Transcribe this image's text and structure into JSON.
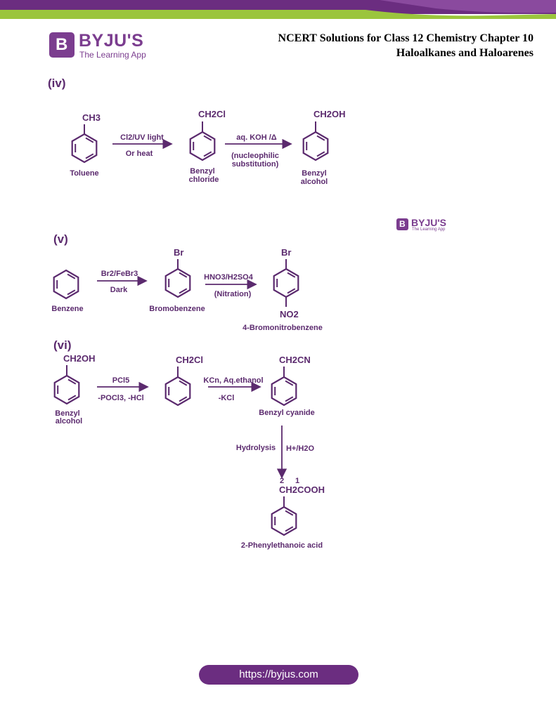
{
  "header": {
    "logo_mark": "B",
    "logo_name": "BYJU'S",
    "logo_tagline": "The Learning App",
    "title_line1": "NCERT Solutions for Class 12 Chemistry Chapter 10",
    "title_line2": "Haloalkanes and Haloarenes"
  },
  "watermark": {
    "name": "BYJU'S",
    "tagline": "The Learning App"
  },
  "colors": {
    "brand": "#7b3d8f",
    "ink": "#5b2a6e",
    "band_green": "#9bc53d",
    "band_purple": "#6b2d80"
  },
  "sections": [
    {
      "label": "(iv)",
      "compounds": [
        {
          "group": "CH3",
          "name_lines": [
            "Toluene"
          ]
        },
        {
          "group": "CH2Cl",
          "name_lines": [
            "Benzyl",
            "chloride"
          ]
        },
        {
          "group": "CH2OH",
          "name_lines": [
            "Benzyl",
            "alcohol"
          ]
        }
      ],
      "arrows": [
        {
          "above": "Cl2/UV light",
          "below": [
            "Or heat"
          ]
        },
        {
          "above": "aq. KOH /Δ",
          "below": [
            "(nucleophilic",
            "substitution)"
          ]
        }
      ]
    },
    {
      "label": "(v)",
      "compounds": [
        {
          "group": "",
          "name_lines": [
            "Benzene"
          ]
        },
        {
          "group": "Br",
          "name_lines": [
            "Bromobenzene"
          ]
        },
        {
          "group": "Br",
          "para_group": "NO2",
          "name_lines": [
            "4-Bromonitrobenzene"
          ]
        }
      ],
      "arrows": [
        {
          "above": "Br2/FeBr3",
          "below": [
            "Dark"
          ]
        },
        {
          "above": "HNO3/H2SO4",
          "below": [
            "(Nitration)"
          ]
        }
      ]
    },
    {
      "label": "(vi)",
      "compounds": [
        {
          "group": "CH2OH",
          "name_lines": [
            "Benzyl",
            "alcohol"
          ]
        },
        {
          "group": "CH2Cl",
          "name_lines": []
        },
        {
          "group": "CH2CN",
          "name_lines": [
            "Benzyl cyanide"
          ]
        },
        {
          "group": "CH2COOH",
          "numbering": [
            "2",
            "1"
          ],
          "name_lines": [
            "2-Phenylethanoic acid"
          ]
        }
      ],
      "arrows": [
        {
          "above": "PCl5",
          "below": [
            "-POCl3, -HCl"
          ]
        },
        {
          "above": "KCn, Aq.ethanol",
          "below": [
            "-KCl"
          ]
        },
        {
          "left": "Hydrolysis",
          "right": "H+/H2O"
        }
      ]
    }
  ],
  "footer": {
    "url": "https://byjus.com"
  }
}
